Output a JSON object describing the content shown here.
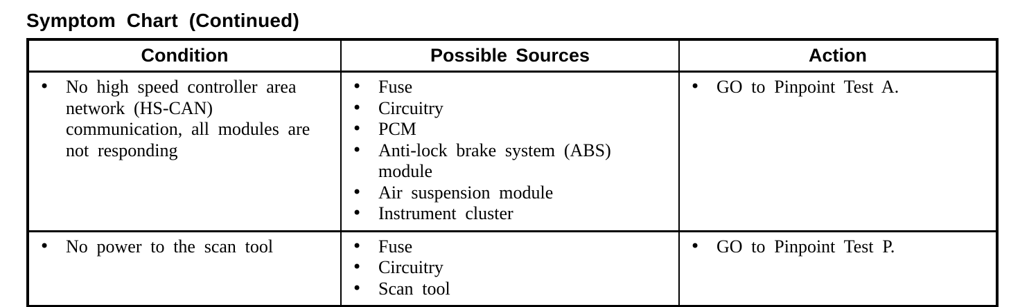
{
  "page": {
    "title": "Symptom Chart (Continued)"
  },
  "table": {
    "headers": [
      "Condition",
      "Possible Sources",
      "Action"
    ],
    "bullet_glyph": "•",
    "rows": [
      {
        "condition": [
          "No high speed controller area network (HS-CAN) communication, all modules are not responding"
        ],
        "sources": [
          "Fuse",
          "Circuitry",
          "PCM",
          "Anti-lock brake system (ABS) module",
          "Air suspension module",
          "Instrument cluster"
        ],
        "action": [
          "GO to Pinpoint Test A."
        ]
      },
      {
        "condition": [
          "No power to the scan tool"
        ],
        "sources": [
          "Fuse",
          "Circuitry",
          "Scan tool"
        ],
        "action": [
          "GO to Pinpoint Test P."
        ]
      }
    ]
  }
}
